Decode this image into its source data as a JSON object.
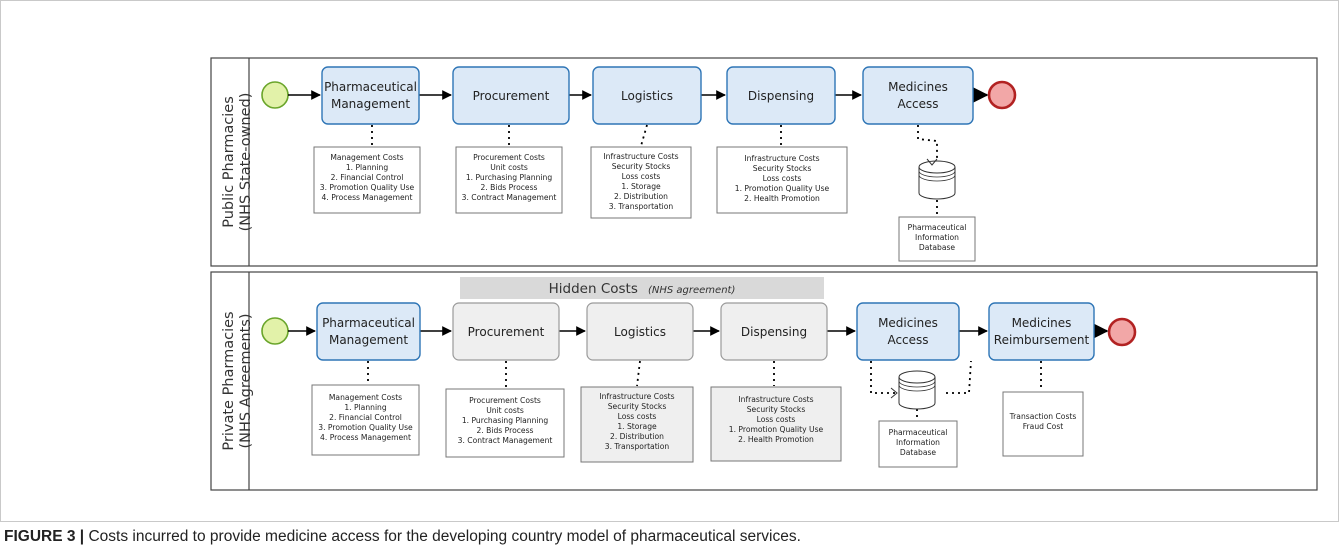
{
  "pool_public": {
    "lane_title": "Public Pharmacies",
    "lane_subtitle": "(NHS State-owned)",
    "tasks": [
      {
        "lines": [
          "Pharmaceutical",
          "Management"
        ]
      },
      {
        "lines": [
          "Procurement"
        ]
      },
      {
        "lines": [
          "Logistics"
        ]
      },
      {
        "lines": [
          "Dispensing"
        ]
      },
      {
        "lines": [
          "Medicines",
          "Access"
        ]
      }
    ],
    "notes": [
      {
        "lines": [
          "Management Costs",
          "1. Planning",
          "2. Financial Control",
          "3. Promotion Quality Use",
          "4. Process Management"
        ]
      },
      {
        "lines": [
          "Procurement Costs",
          "Unit costs",
          "1. Purchasing Planning",
          "2. Bids Process",
          "3. Contract Management"
        ]
      },
      {
        "lines": [
          "Infrastructure Costs",
          "Security Stocks",
          "Loss costs",
          "1. Storage",
          "2. Distribution",
          "3. Transportation"
        ]
      },
      {
        "lines": [
          "Infrastructure Costs",
          "Security Stocks",
          "Loss costs",
          "1. Promotion Quality Use",
          "2. Health Promotion"
        ]
      }
    ],
    "database": {
      "lines": [
        "Pharmaceutical",
        "Information",
        "Database"
      ]
    }
  },
  "pool_private": {
    "lane_title": "Private Pharmacies",
    "lane_subtitle": "(NHS Agreements)",
    "hidden_costs": {
      "label": "Hidden Costs",
      "sublabel": "(NHS agreement)"
    },
    "tasks": [
      {
        "lines": [
          "Pharmaceutical",
          "Management"
        ]
      },
      {
        "lines": [
          "Procurement"
        ]
      },
      {
        "lines": [
          "Logistics"
        ]
      },
      {
        "lines": [
          "Dispensing"
        ]
      },
      {
        "lines": [
          "Medicines",
          "Access"
        ]
      },
      {
        "lines": [
          "Medicines",
          "Reimbursement"
        ]
      }
    ],
    "notes": [
      {
        "lines": [
          "Management Costs",
          "1. Planning",
          "2. Financial Control",
          "3. Promotion Quality Use",
          "4. Process Management"
        ]
      },
      {
        "lines": [
          "Procurement Costs",
          "Unit costs",
          "1. Purchasing Planning",
          "2. Bids Process",
          "3. Contract Management"
        ]
      },
      {
        "lines": [
          "Infrastructure Costs",
          "Security Stocks",
          "Loss costs",
          "1. Storage",
          "2. Distribution",
          "3. Transportation"
        ]
      },
      {
        "lines": [
          "Infrastructure Costs",
          "Security Stocks",
          "Loss costs",
          "1. Promotion Quality Use",
          "2. Health Promotion"
        ]
      },
      {
        "lines": [
          "Transaction Costs",
          "Fraud Cost"
        ]
      }
    ],
    "database": {
      "lines": [
        "Pharmaceutical",
        "Information",
        "Database"
      ]
    }
  },
  "caption": {
    "label": "FIGURE 3 |",
    "text": " Costs incurred to provide medicine access for the developing country model of pharmaceutical services."
  },
  "colors": {
    "task_border": "#2e75b6",
    "task_fill": "#dce9f7",
    "hidden_task_border": "#9a9a9a",
    "hidden_task_fill": "#efefef",
    "hidden_band": "#d9d9d9",
    "start_fill": "#e2f2a9",
    "start_stroke": "#6aa52b",
    "end_fill": "#f2a7a7",
    "end_stroke": "#b22222"
  }
}
